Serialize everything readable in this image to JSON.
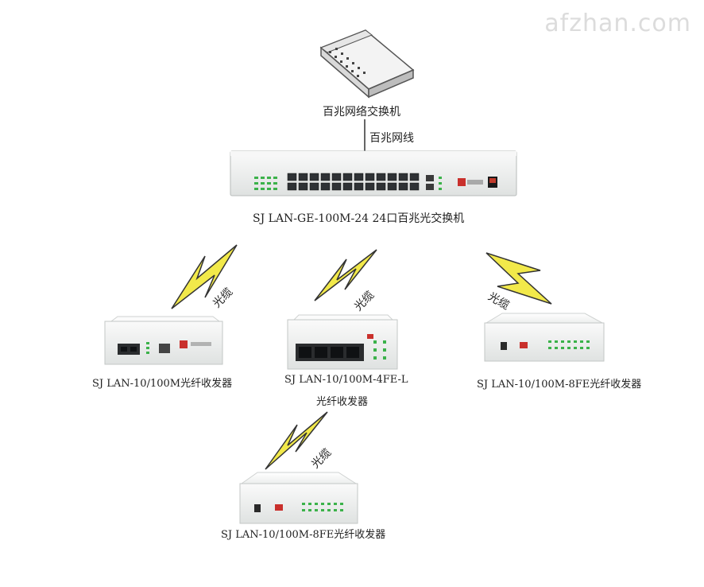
{
  "watermark": "afzhan.com",
  "nodes": {
    "top_switch": {
      "label": "百兆网络交换机"
    },
    "main_switch": {
      "label": "SJ LAN-GE-100M-24 24口百兆光交换机"
    },
    "converter_left": {
      "label": "SJ LAN-10/100M光纤收发器"
    },
    "converter_center": {
      "label_line1": "SJ LAN-10/100M-4FE-L",
      "label_line2": "光纤收发器"
    },
    "converter_right": {
      "label": "SJ LAN-10/100M-8FE光纤收发器"
    },
    "converter_bottom": {
      "label": "SJ LAN-10/100M-8FE光纤收发器"
    }
  },
  "links": {
    "uplink": "百兆网线",
    "fiber_left": "光缆",
    "fiber_center": "光缆",
    "fiber_right": "光缆",
    "fiber_bottom": "光缆"
  },
  "colors": {
    "bolt_fill": "#f2e94a",
    "bolt_stroke": "#333333",
    "device_body": "#e9eceb",
    "port_green": "#3bb24a"
  }
}
